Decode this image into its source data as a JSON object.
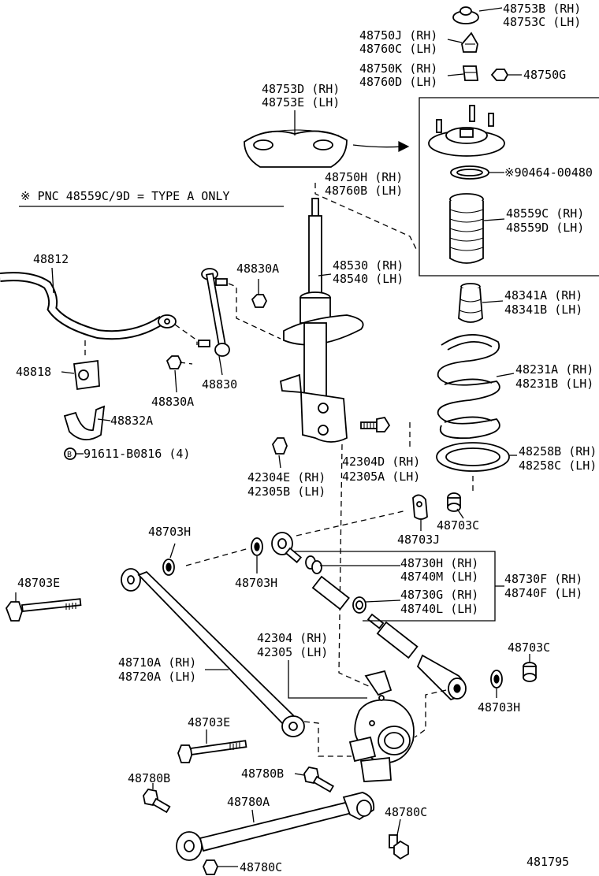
{
  "note": "※ PNC 48559C/9D = TYPE A ONLY",
  "diagram_id": "481795",
  "callout": {
    "p48753B": "48753B (RH)",
    "p48753C": "48753C (LH)",
    "p48750J": "48750J (RH)",
    "p48760C": "48760C (LH)",
    "p48750K": "48750K (RH)",
    "p48760D": "48760D (LH)",
    "p48750G": "48750G",
    "p48753D": "48753D (RH)",
    "p48753E": "48753E (LH)",
    "p90464": "※90464-00480",
    "p48750H": "48750H (RH)",
    "p48760B": "48760B (LH)",
    "p48559C": "48559C (RH)",
    "p48559D": "48559D (LH)",
    "p48812": "48812",
    "p48830A_top": "48830A",
    "p48530": "48530 (RH)",
    "p48540": "48540 (LH)",
    "p48341A": "48341A (RH)",
    "p48341B": "48341B (LH)",
    "p48818": "48818",
    "p48830A_bot": "48830A",
    "p48830": "48830",
    "p48231A": "48231A (RH)",
    "p48231B": "48231B (LH)",
    "p48832A": "48832A",
    "p91611": "91611-B0816 (4)",
    "p42304D": "42304D (RH)",
    "p42305A": "42305A (LH)",
    "p48258B": "48258B (RH)",
    "p48258C": "48258C (LH)",
    "p42304E": "42304E (RH)",
    "p42305B": "42305B (LH)",
    "p48703C_top": "48703C",
    "p48703J": "48703J",
    "p48703H_a": "48703H",
    "p48703H_b": "48703H",
    "p48730H": "48730H (RH)",
    "p48740M": "48740M (LH)",
    "p48730F": "48730F (RH)",
    "p48740F": "48740F (LH)",
    "p48730G": "48730G (RH)",
    "p48740L": "48740L (LH)",
    "p48703E_a": "48703E",
    "p42304": "42304 (RH)",
    "p42305": "42305 (LH)",
    "p48703C_mid": "48703C",
    "p48710A": "48710A (RH)",
    "p48720A": "48720A (LH)",
    "p48703H_c": "48703H",
    "p48703E_b": "48703E",
    "p48780B_a": "48780B",
    "p48780B_b": "48780B",
    "p48780A": "48780A",
    "p48780C_a": "48780C",
    "p48780C_b": "48780C"
  }
}
